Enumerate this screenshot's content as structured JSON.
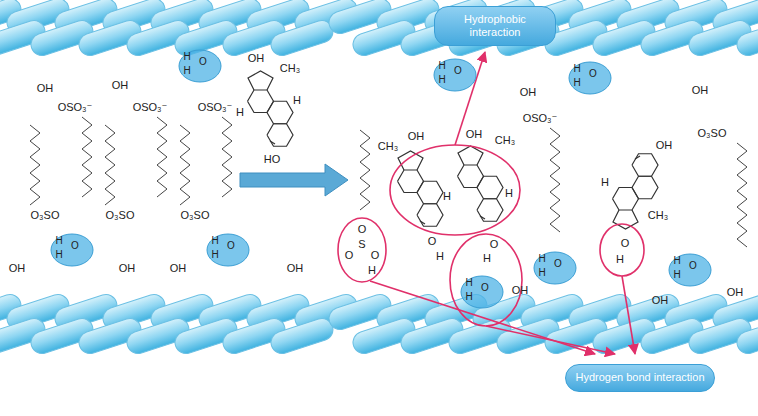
{
  "diagram": {
    "nodes": [
      {
        "text": [
          "Hydrophobic interaction"
        ]
      },
      {
        "text": [
          "Hydrogen bond interaction"
        ]
      },
      {
        "text": [
          "H",
          "O",
          "H"
        ]
      },
      {
        "text": [
          "H",
          "O",
          "H"
        ]
      },
      {
        "text": [
          "H",
          "O",
          "H"
        ]
      },
      {
        "text": [
          "H",
          "O",
          "H"
        ]
      },
      {
        "text": [
          "H",
          "O",
          "H"
        ]
      },
      {
        "text": [
          "H",
          "O",
          "H"
        ]
      },
      {
        "text": [
          "H",
          "O",
          "H"
        ]
      },
      {
        "text": [
          "H",
          "O",
          "H"
        ]
      }
    ],
    "labels": [
      "OH",
      "OH",
      "OSO₃⁻",
      "OSO₃⁻",
      "OSO₃⁻",
      "O₃SO",
      "O₃SO",
      "O₃SO",
      "OH",
      "OH",
      "OH",
      "OH",
      "OH",
      "CH₃",
      "H",
      "H",
      "HO",
      "OH",
      "OH",
      "OSO₃⁻",
      "O₃SO",
      "OH",
      "CH₃",
      "H",
      "O",
      "H",
      "OH",
      "CH₃",
      "H",
      "O",
      "H",
      "OH",
      "CH₃",
      "H",
      "O",
      "H",
      "O",
      "S",
      "O",
      "O",
      "H",
      "OH",
      "OH",
      "OH"
    ]
  }
}
